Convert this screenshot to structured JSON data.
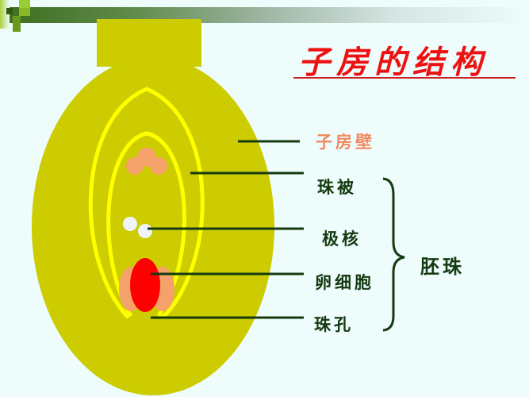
{
  "title": "子房的结构",
  "labels": {
    "ovary_wall": "子房壁",
    "integument": "珠被",
    "polar_nuclei": "极核",
    "egg_cell": "卵细胞",
    "micropyle": "珠孔",
    "ovule": "胚珠"
  },
  "colors": {
    "background": "#eefcfc",
    "ovary": "#cccc00",
    "integument_line": "#ffff00",
    "egg_cell": "#ff0000",
    "synergid": "#f5a26a",
    "polar_nuclei": "#eef4fa",
    "title": "#ee1111",
    "ovary_wall_label": "#f08a60",
    "label": "#153a10"
  }
}
